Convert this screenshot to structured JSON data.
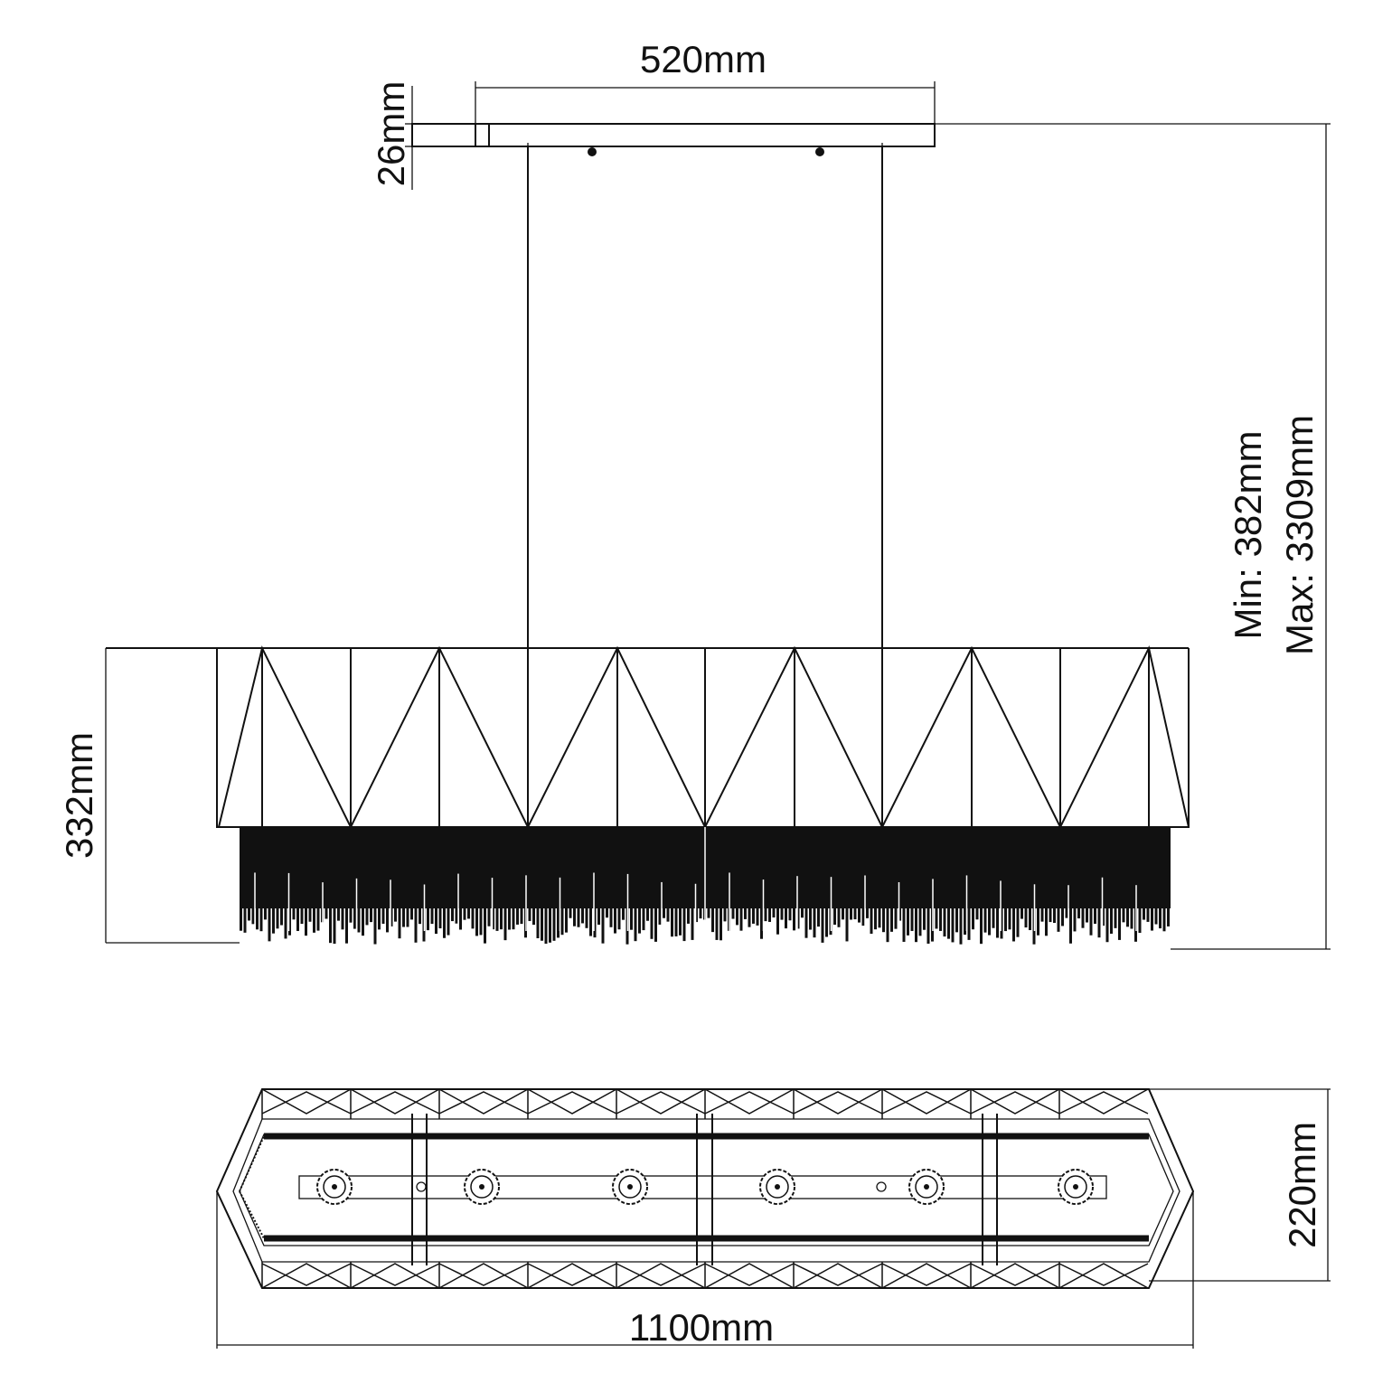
{
  "diagram": {
    "title": "Pendant chandelier dimension drawing",
    "line_color": "#111111",
    "background": "#ffffff",
    "dimensions": {
      "canopy_width": "520mm",
      "canopy_height": "26mm",
      "body_height": "332mm",
      "drop_min": "Min: 382mm",
      "drop_max": "Max: 3309mm",
      "depth": "220mm",
      "length": "1100mm"
    },
    "bottom_view_lamp_count": 6
  }
}
